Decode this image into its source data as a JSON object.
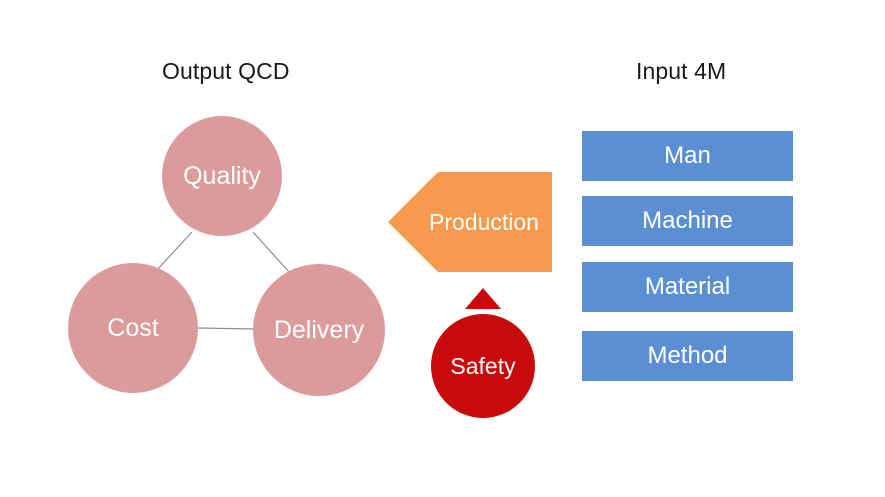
{
  "headings": {
    "output": "Output QCD",
    "input": "Input 4M"
  },
  "qcd": {
    "color": "#dc9b9b",
    "line_color": "#8c8c8c",
    "nodes": [
      {
        "id": "quality",
        "label": "Quality"
      },
      {
        "id": "cost",
        "label": "Cost"
      },
      {
        "id": "delivery",
        "label": "Delivery"
      }
    ]
  },
  "production": {
    "label": "Production",
    "color": "#f59a4e",
    "direction": "left"
  },
  "safety": {
    "label": "Safety",
    "color": "#c70a0a",
    "arrow_direction": "up"
  },
  "input4m": {
    "color": "#5b8fd4",
    "items": [
      {
        "label": "Man"
      },
      {
        "label": "Machine"
      },
      {
        "label": "Material"
      },
      {
        "label": "Method"
      }
    ]
  }
}
